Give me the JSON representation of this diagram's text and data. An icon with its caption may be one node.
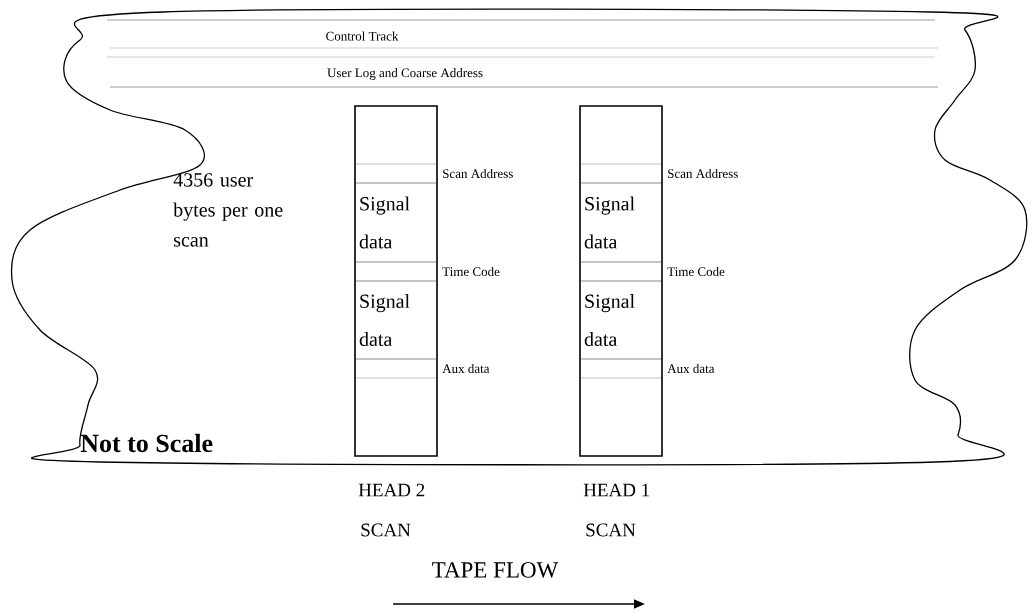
{
  "diagram": {
    "nodes": [
      {
        "text": [
          "4356 user bytes per one scan",
          "Not to Scale"
        ]
      },
      {
        "text": [
          "Control Track"
        ],
        "in": 0
      },
      {
        "text": [
          "User Log and Coarse Address"
        ],
        "in": 0
      },
      {
        "text": [],
        "shape": "bar",
        "in": 0,
        "beside": [
          "HEAD 2",
          "SCAN"
        ]
      },
      {
        "text": [],
        "shape": "box",
        "in": 3,
        "beside": [
          "Scan Address"
        ]
      },
      {
        "text": [
          "Signal data"
        ],
        "in": 3
      },
      {
        "text": [],
        "shape": "box",
        "in": 3,
        "beside": [
          "Time Code"
        ]
      },
      {
        "text": [
          "Signal data"
        ],
        "in": 3
      },
      {
        "text": [],
        "shape": "box",
        "in": 3,
        "beside": [
          "Aux data"
        ]
      },
      {
        "text": [],
        "shape": "bar",
        "in": 0,
        "beside": [
          "HEAD 1",
          "SCAN"
        ]
      },
      {
        "text": [],
        "shape": "box",
        "in": 9,
        "beside": [
          "Scan Address"
        ]
      },
      {
        "text": [
          "Signal data"
        ],
        "in": 9
      },
      {
        "text": [],
        "shape": "box",
        "in": 9,
        "beside": [
          "Time Code"
        ]
      },
      {
        "text": [
          "Signal data"
        ],
        "in": 9
      },
      {
        "text": [],
        "shape": "box",
        "in": 9,
        "beside": [
          "Aux data"
        ]
      }
    ],
    "labels": [
      "TAPE FLOW"
    ]
  }
}
